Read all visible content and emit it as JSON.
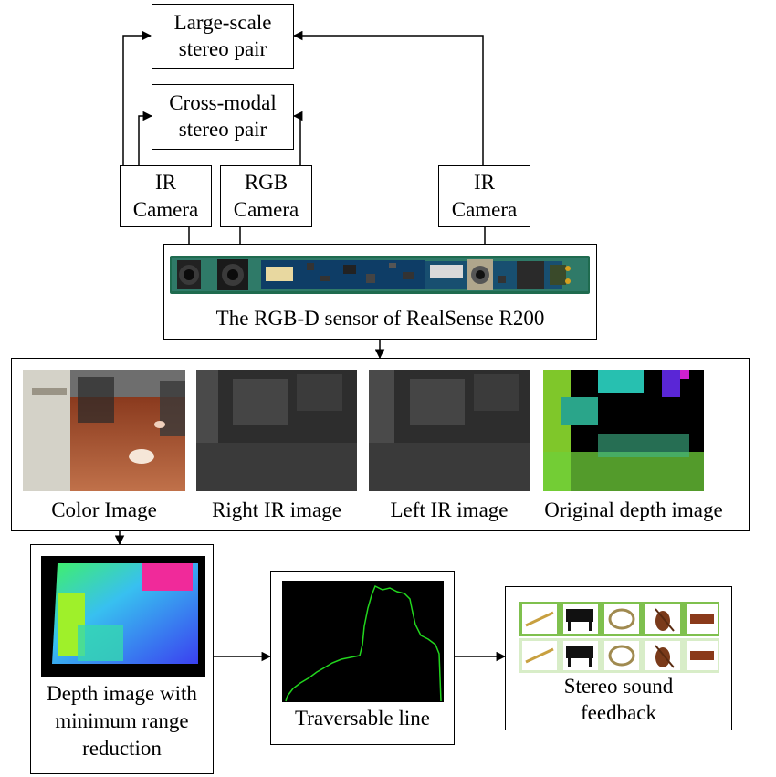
{
  "stereo": {
    "large_scale": [
      "Large-scale",
      "stereo pair"
    ],
    "cross_modal": [
      "Cross-modal",
      "stereo pair"
    ]
  },
  "cameras": {
    "ir_left": [
      "IR",
      "Camera"
    ],
    "rgb": [
      "RGB",
      "Camera"
    ],
    "ir_right": [
      "IR",
      "Camera"
    ]
  },
  "sensor": {
    "caption": "The RGB-D sensor of RealSense R200"
  },
  "images": {
    "color": "Color Image",
    "right_ir": "Right IR image",
    "left_ir": "Left IR image",
    "original_depth": "Original depth image"
  },
  "processed": {
    "depth_reduction": [
      "Depth image with",
      "minimum range",
      "reduction"
    ],
    "traversable": "Traversable line",
    "sound": [
      "Stereo sound",
      "feedback"
    ]
  },
  "colors": {
    "line_green": "#22d61e",
    "board_green": "#1f6b4f",
    "pcb_blue": "#0e3d66"
  }
}
